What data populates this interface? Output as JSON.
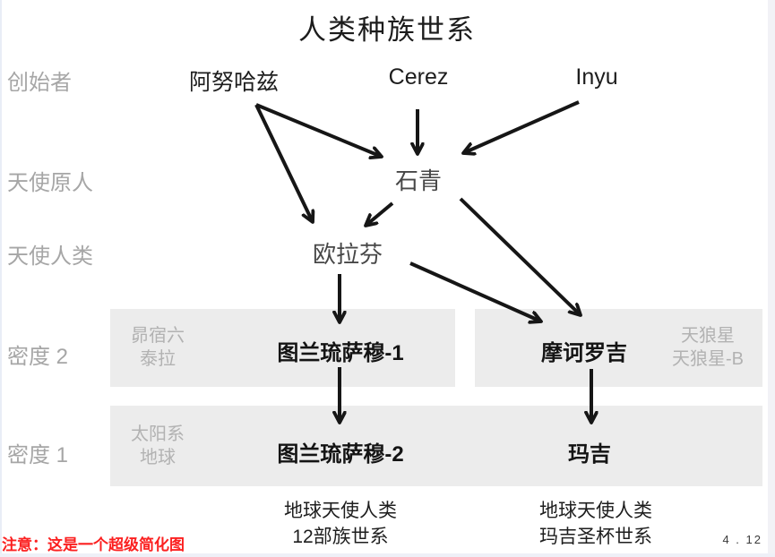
{
  "title": "人类种族世系",
  "row_labels": [
    {
      "id": "founders",
      "label": "创始者"
    },
    {
      "id": "angel-proto-human",
      "label": "天使原人"
    },
    {
      "id": "angel-human",
      "label": "天使人类"
    },
    {
      "id": "density-2",
      "label": "密度 2"
    },
    {
      "id": "density-1",
      "label": "密度 1"
    }
  ],
  "nodes": {
    "anuhazi": "阿努哈兹",
    "cerez": "Cerez",
    "inyu": "Inyu",
    "shiqing": "石青",
    "oulafen": "欧拉芬",
    "turan1": "图兰琉萨穆-1",
    "maharaji": "摩诃罗吉",
    "turan2": "图兰琉萨穆-2",
    "maji": "玛吉"
  },
  "locations": {
    "density2_left": [
      "昴宿六",
      "泰拉"
    ],
    "density2_right": [
      "天狼星",
      "天狼星-B"
    ],
    "density1_left": [
      "太阳系",
      "地球"
    ]
  },
  "captions": {
    "left": [
      "地球天使人类",
      "12部族世系"
    ],
    "right": [
      "地球天使人类",
      "玛吉圣杯世系"
    ]
  },
  "note": "注意：这是一个超级简化图",
  "page_number": "4 . 12",
  "edges": [
    {
      "from": "阿努哈兹",
      "to": "石青"
    },
    {
      "from": "阿努哈兹",
      "to": "欧拉芬"
    },
    {
      "from": "Cerez",
      "to": "石青"
    },
    {
      "from": "Inyu",
      "to": "石青"
    },
    {
      "from": "石青",
      "to": "欧拉芬"
    },
    {
      "from": "石青",
      "to": "摩诃罗吉"
    },
    {
      "from": "欧拉芬",
      "to": "图兰琉萨穆-1"
    },
    {
      "from": "欧拉芬",
      "to": "摩诃罗吉"
    },
    {
      "from": "图兰琉萨穆-1",
      "to": "图兰琉萨穆-2"
    },
    {
      "from": "摩诃罗吉",
      "to": "玛吉"
    }
  ],
  "colors": {
    "arrow": "#161616",
    "box_bg": "#ececec",
    "row_label_gray": "#a6a6a6",
    "location_gray": "#b2b2b2",
    "note_red": "#fb2020"
  }
}
